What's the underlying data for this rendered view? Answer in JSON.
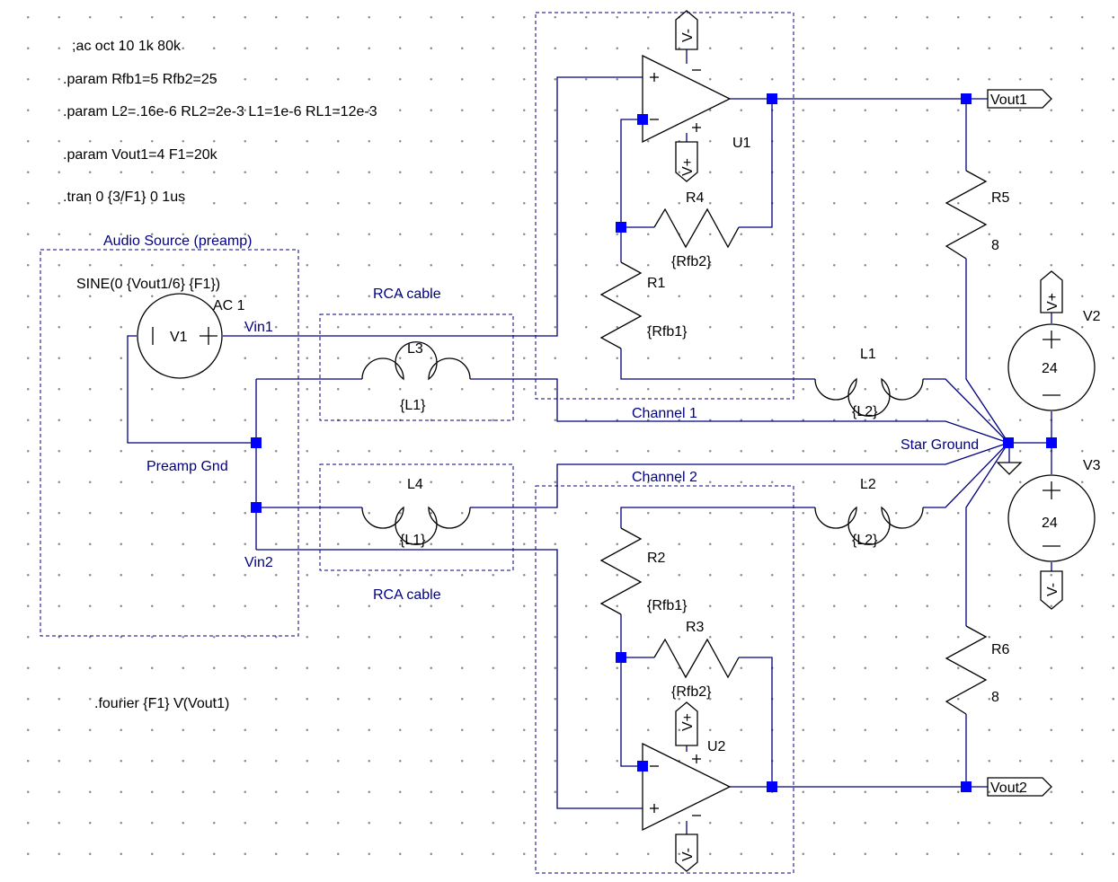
{
  "directives": {
    "ac": ";ac oct 10 1k 80k",
    "param1": ".param Rfb1=5 Rfb2=25",
    "param2": ".param L2=.16e-6 RL2=2e-3 L1=1e-6 RL1=12e-3",
    "param3": ".param Vout1=4 F1=20k",
    "tran": ".tran 0 {3/F1} 0 1us",
    "fourier": ".fourier {F1} V(Vout1)"
  },
  "boxes": {
    "audio_source": "Audio Source (preamp)",
    "rca_top": "RCA cable",
    "rca_bottom": "RCA cable"
  },
  "nets": {
    "vin1": "Vin1",
    "vin2": "Vin2",
    "preamp_gnd": "Preamp Gnd",
    "channel1": "Channel 1",
    "channel2": "Channel 2",
    "star_ground": "Star Ground",
    "vout1": "Vout1",
    "vout2": "Vout2"
  },
  "components": {
    "v1": {
      "name": "V1",
      "value": "SINE(0 {Vout1/6} {F1})",
      "ac": "AC 1"
    },
    "v2": {
      "name": "V2",
      "value": "24"
    },
    "v3": {
      "name": "V3",
      "value": "24"
    },
    "u1": {
      "name": "U1"
    },
    "u2": {
      "name": "U2"
    },
    "r1": {
      "name": "R1",
      "value": "{Rfb1}"
    },
    "r2": {
      "name": "R2",
      "value": "{Rfb1}"
    },
    "r3": {
      "name": "R3",
      "value": "{Rfb2}"
    },
    "r4": {
      "name": "R4",
      "value": "{Rfb2}"
    },
    "r5": {
      "name": "R5",
      "value": "8"
    },
    "r6": {
      "name": "R6",
      "value": "8"
    },
    "l1": {
      "name": "L1",
      "value": "{L2}"
    },
    "l2": {
      "name": "L2",
      "value": "{L2}"
    },
    "l3": {
      "name": "L3",
      "value": "{L1}"
    },
    "l4": {
      "name": "L4",
      "value": "{L1}"
    }
  },
  "supply_labels": {
    "u1_top": "V-",
    "u1_bottom": "V+",
    "u2_top": "V+",
    "u2_bottom": "V-",
    "v2_top": "V+",
    "v3_bottom": "V-"
  },
  "opamp_pins": {
    "plus": "+",
    "minus": "−"
  },
  "source_symbols": {
    "plus": "+",
    "minus": "−"
  },
  "colors": {
    "wire": "#000080",
    "junction": "#0000ff",
    "component": "#000000",
    "background": "#ffffff",
    "grid_dot": "#8c8c8c"
  }
}
